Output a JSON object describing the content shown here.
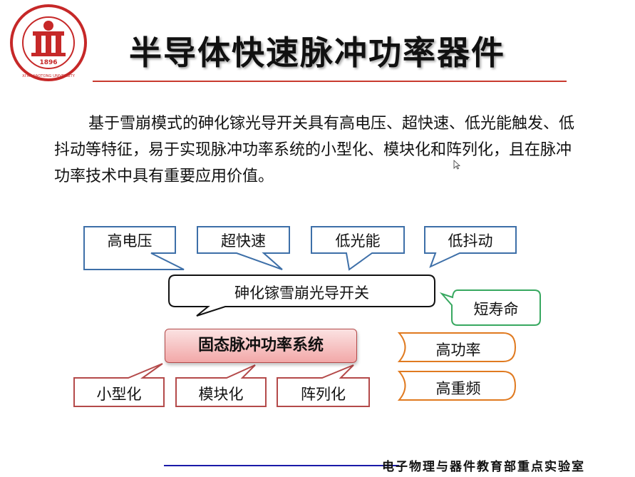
{
  "logo": {
    "year": "1896",
    "name_en": "XI'AN JIAOTONG UNIVERSITY"
  },
  "title": "半导体快速脉冲功率器件",
  "paragraph": "基于雪崩模式的砷化镓光导开关具有高电压、超快速、低光能触发、低抖动等特征，易于实现脉冲功率系统的小型化、模块化和阵列化，且在脉冲功率技术中具有重要应用价值。",
  "features": [
    "高电压",
    "超快速",
    "低光能",
    "低抖动"
  ],
  "device": "砷化镓雪崩光导开关",
  "drawback": "短寿命",
  "system": "固态脉冲功率系统",
  "requirements": [
    "高功率",
    "高重频"
  ],
  "benefits": [
    "小型化",
    "模块化",
    "阵列化"
  ],
  "footer": "电子物理与器件教育部重点实验室",
  "colors": {
    "blue": "#3d6fa8",
    "green": "#38a860",
    "orange": "#e07a20",
    "red": "#b44a4a"
  }
}
